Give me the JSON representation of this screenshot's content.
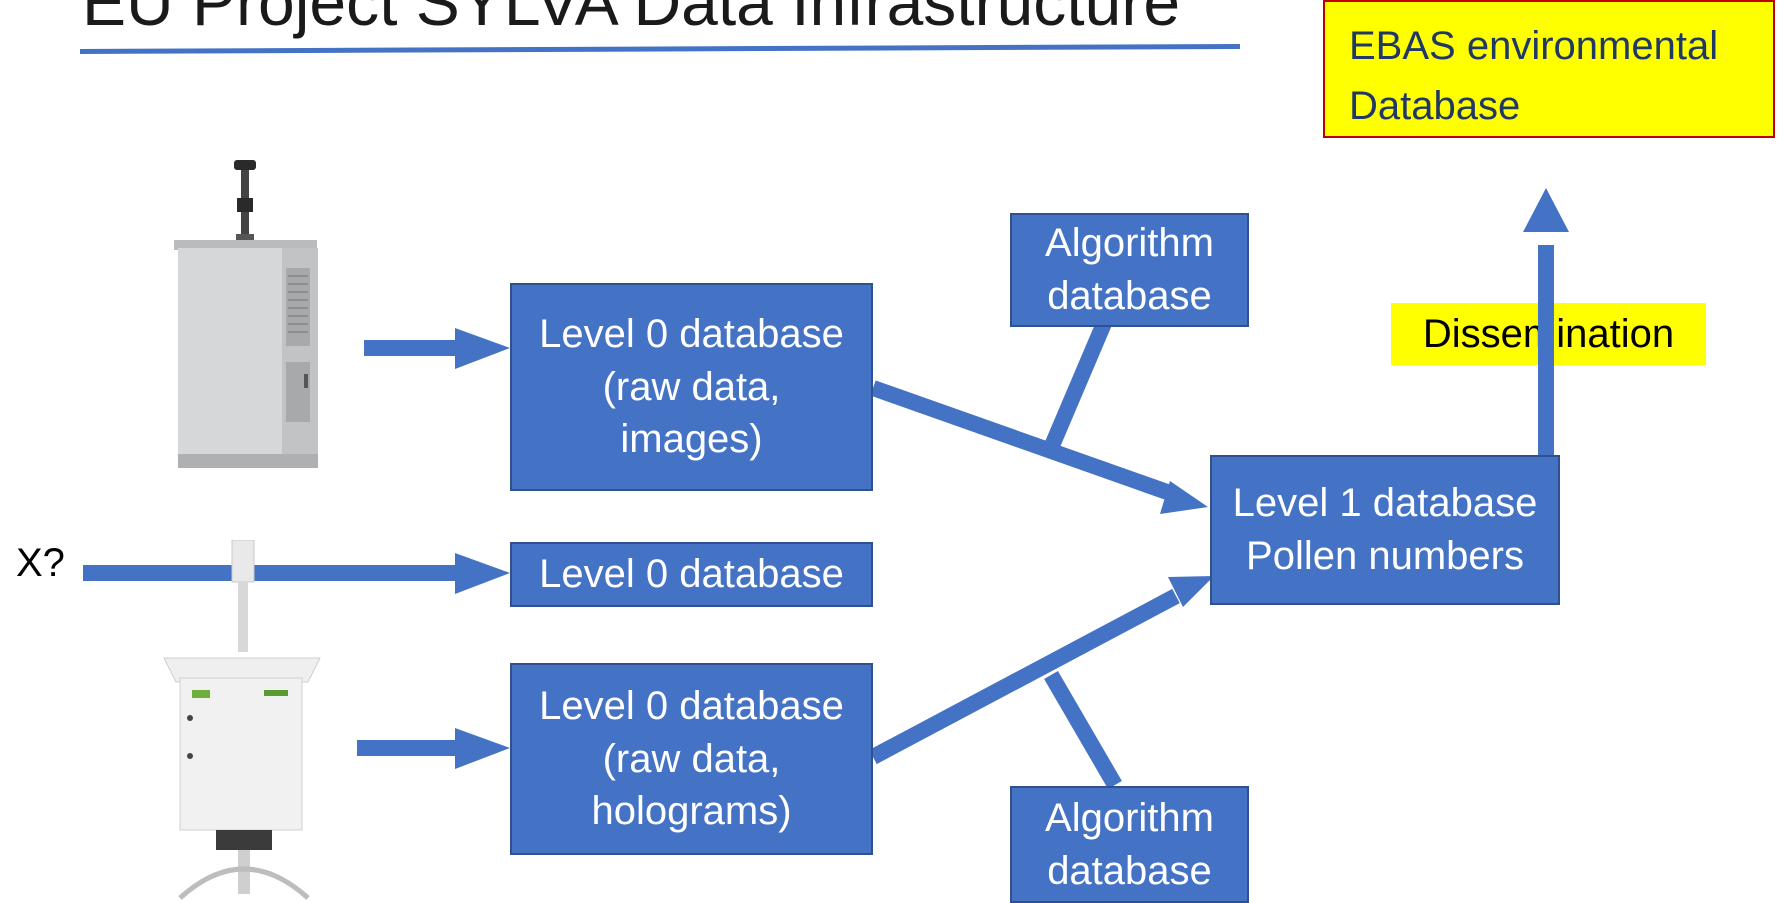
{
  "title": "EU Project SYLVA Data Infrastructure",
  "boxes": {
    "ebas": [
      "EBAS environmental",
      "Database"
    ],
    "dissemination": "Dissemination",
    "algorithm_top": [
      "Algorithm",
      "database"
    ],
    "algorithm_bottom": [
      "Algorithm",
      "database"
    ],
    "level0_images": [
      "Level 0 database",
      "(raw data,",
      "images)"
    ],
    "level0_plain": "Level 0 database",
    "level0_holograms": [
      "Level 0 database",
      "(raw data,",
      "holograms)"
    ],
    "level1": [
      "Level 1 database",
      "Pollen numbers"
    ]
  },
  "input_label": "X?",
  "colors": {
    "box_fill": "#4472c4",
    "box_border": "#2f528f",
    "highlight": "#ffff00",
    "ebas_border": "#c00000"
  },
  "devices": [
    "outdoor-cabinet-sampler",
    "pole-mounted-holographic-sampler"
  ]
}
